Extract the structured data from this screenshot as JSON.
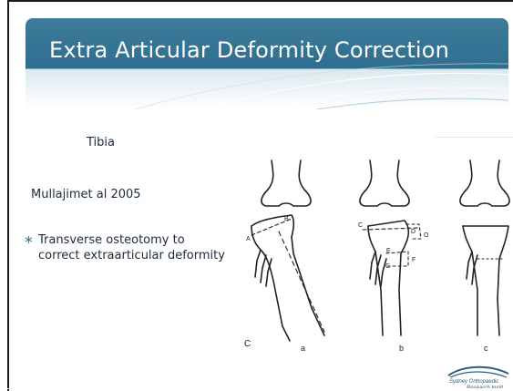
{
  "slide": {
    "title": "Extra Articular Deformity Correction",
    "subtitle": "Tibia",
    "citation": "Mullajimet al 2005",
    "bullets": [
      "Transverse osteotomy to correct extraarticular deformity"
    ],
    "bullet_marker": "∗"
  },
  "figure": {
    "panel_labels": [
      "C",
      "a",
      "b",
      "c"
    ],
    "point_labels_a": [
      "A",
      "B"
    ],
    "point_labels_b": [
      "C",
      "D",
      "O",
      "E",
      "F",
      "G"
    ]
  },
  "logo": {
    "text_line1": "Sydney Orthopaedic",
    "text_line2": "Research Instit"
  },
  "colors": {
    "header": "#2f6e8f",
    "accent": "#3f7f9c",
    "text": "#1c2a3a"
  }
}
